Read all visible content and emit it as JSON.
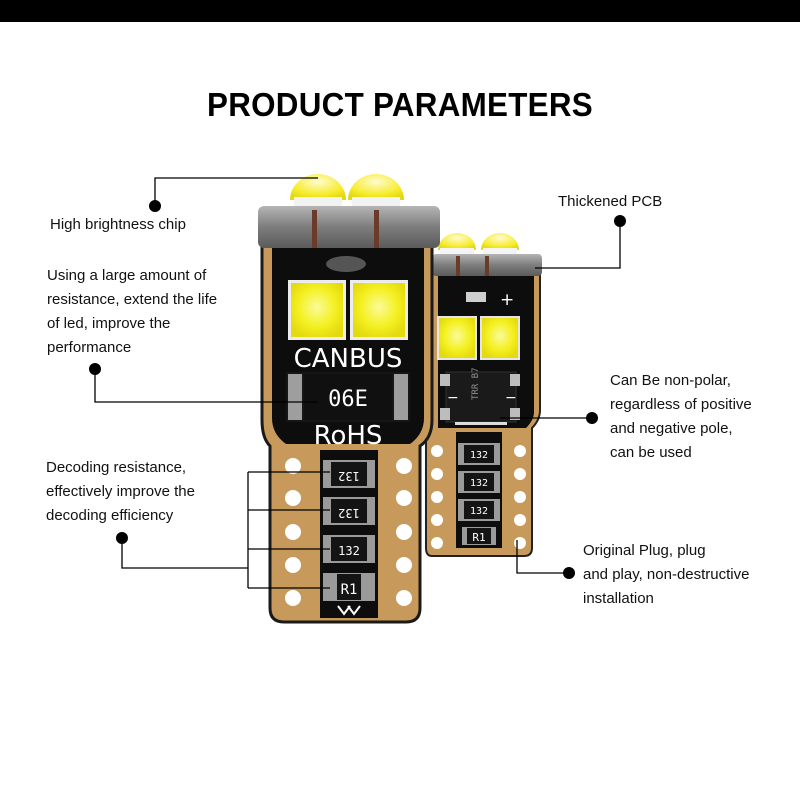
{
  "header": {
    "title": "PRODUCT PARAMETERS"
  },
  "callouts": {
    "high_brightness": [
      "High brightness chip"
    ],
    "resistance": [
      "Using a large amount of",
      "resistance, extend the life",
      "of led, improve the",
      "performance"
    ],
    "decoding": [
      "Decoding resistance,",
      "effectively improve the",
      "decoding efficiency"
    ],
    "thickened_pcb": [
      "Thickened PCB"
    ],
    "non_polar": [
      "Can Be non-polar,",
      "regardless of positive",
      "and negative pole,",
      "can be used"
    ],
    "original_plug": [
      "Original Plug, plug",
      "and play, non-destructive",
      "installation"
    ]
  },
  "bulb_large": {
    "marking_top": "CANBUS",
    "marking_bottom": "RoHS",
    "main_resistor": "06E",
    "resistors": [
      "132",
      "132",
      "132"
    ],
    "bottom_part": "R1"
  },
  "bulb_small": {
    "plus_sign": "+",
    "minus_sign_left": "−",
    "minus_sign_right": "−",
    "ic_marking": "TRR B7",
    "resistors": [
      "132",
      "132",
      "132"
    ],
    "bottom_part": "R1"
  },
  "colors": {
    "pcb_black": "#0d0d0d",
    "pcb_gold": "#c79a5c",
    "led_yellow": "#f4f020",
    "ring_gray": "#8a8a8a",
    "line": "#000000"
  }
}
